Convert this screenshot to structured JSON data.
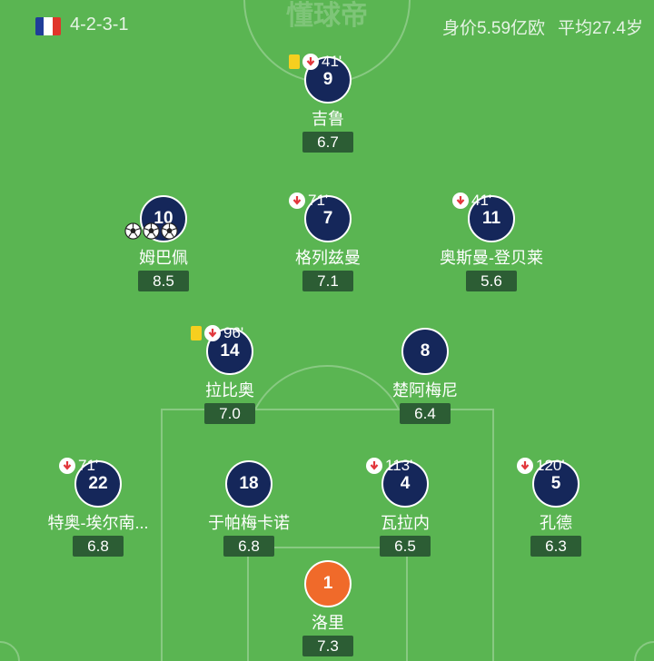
{
  "header": {
    "watermark": "懂球帝",
    "formation": "4-2-3-1",
    "market_value": "身价5.59亿欧",
    "average_age": "平均27.4岁",
    "flag_colors": [
      "#1f3d99",
      "#ffffff",
      "#e0352b"
    ]
  },
  "colors": {
    "pitch": "#5ab552",
    "player_circle": "#15275a",
    "goalkeeper_circle": "#f06a2a",
    "rating_bg": "#2c5d34",
    "yellow_card": "#f6cf1f",
    "sub_arrow": "#e2373c"
  },
  "players": [
    {
      "number": "9",
      "name": "吉鲁",
      "rating": "6.7",
      "minute": "41'",
      "yellow_card": true,
      "subbed_off": true
    },
    {
      "number": "10",
      "name": "姆巴佩",
      "rating": "8.5",
      "goals": 3
    },
    {
      "number": "7",
      "name": "格列兹曼",
      "rating": "7.1",
      "minute": "71'",
      "subbed_off": true
    },
    {
      "number": "11",
      "name": "奥斯曼-登贝莱",
      "rating": "5.6",
      "minute": "41'",
      "subbed_off": true
    },
    {
      "number": "14",
      "name": "拉比奥",
      "rating": "7.0",
      "minute": "96'",
      "yellow_card": true,
      "subbed_off": true
    },
    {
      "number": "8",
      "name": "楚阿梅尼",
      "rating": "6.4"
    },
    {
      "number": "22",
      "name": "特奥-埃尔南...",
      "rating": "6.8",
      "minute": "71'",
      "subbed_off": true
    },
    {
      "number": "18",
      "name": "于帕梅卡诺",
      "rating": "6.8"
    },
    {
      "number": "4",
      "name": "瓦拉内",
      "rating": "6.5",
      "minute": "113'",
      "subbed_off": true
    },
    {
      "number": "5",
      "name": "孔德",
      "rating": "6.3",
      "minute": "120'",
      "subbed_off": true
    },
    {
      "number": "1",
      "name": "洛里",
      "rating": "7.3",
      "goalkeeper": true
    }
  ]
}
